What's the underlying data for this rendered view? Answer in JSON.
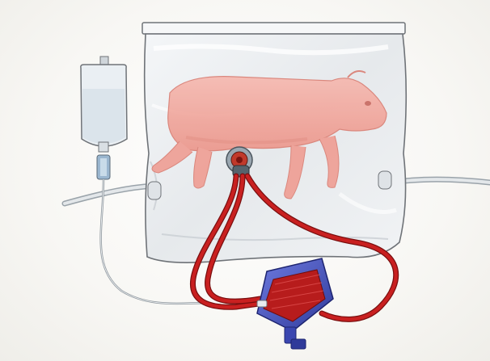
{
  "image": {
    "subjects": [
      "bag-incubator",
      "lamb-fetus",
      "iv-fluid-bag",
      "umbilical-tubing",
      "oxygenator"
    ]
  },
  "colors": {
    "background": "#fbfaf7",
    "bag_fill": "#eef0f2",
    "bag_outline": "#6f7378",
    "lamb_body": "#f2a8a0",
    "lamb_shadow": "#e58a80",
    "tubing_red": "#b51d1d",
    "oxygenator_blue": "#4a57c8",
    "oxygenator_dark": "#2f3a9a",
    "iv_bag": "#e9eef2"
  }
}
